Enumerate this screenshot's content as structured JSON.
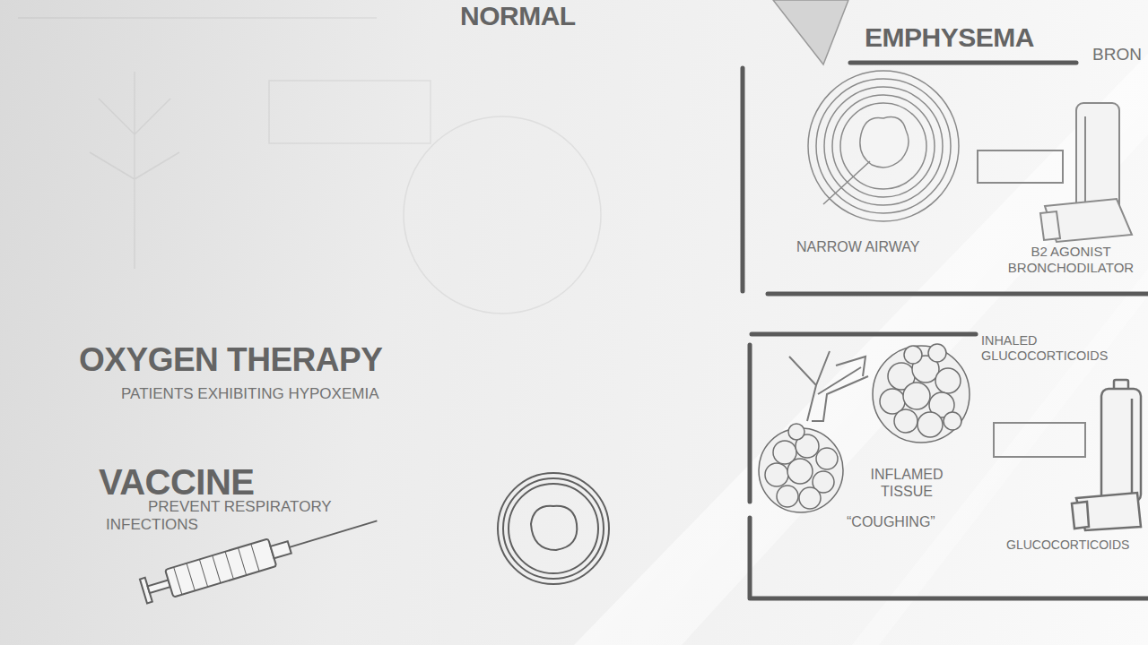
{
  "diagram": {
    "nodes": [
      {
        "text": [
          "EMPHYSEMA",
          "NARROW AIRWAY",
          "B2 AGONIST BRONCHODILATOR"
        ]
      },
      {
        "text": [
          "INHALED GLUCOCORTICOIDS",
          "INFLAMED TISSUE",
          "“COUGHING”",
          "GLUCOCORTICOIDS"
        ]
      }
    ],
    "labels": [
      "NORMAL",
      "BRON",
      "OXYGEN THERAPY",
      "PATIENTS EXHIBITING HYPOXEMIA",
      "VACCINE",
      "PREVENT RESPIRATORY INFECTIONS"
    ]
  }
}
